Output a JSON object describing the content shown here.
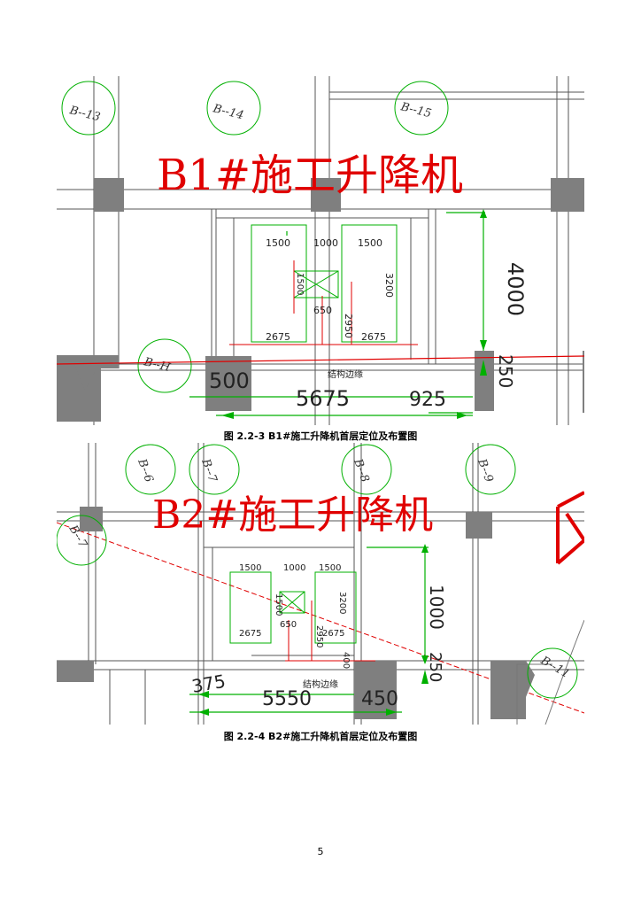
{
  "drawing1": {
    "title": "B1#施工升降机",
    "grid_labels": [
      "B--13",
      "B--14",
      "B--15",
      "B--H"
    ],
    "dims": {
      "d1500a": "1500",
      "d1000": "1000",
      "d1500b": "1500",
      "d3200": "3200",
      "d1500v": "1500",
      "d650": "650",
      "d2950": "2950",
      "d2675a": "2675",
      "d2675b": "2675",
      "d4000": "4000",
      "d250": "250",
      "d500": "500",
      "d5675": "5675",
      "d925": "925"
    },
    "note": "结构边缘"
  },
  "caption1": "图 2.2-3 B1#施工升降机首层定位及布置图",
  "drawing2": {
    "title": "B2#施工升降机",
    "grid_labels": [
      "B--6",
      "B--7",
      "B--8",
      "B--9",
      "B--7",
      "B--11"
    ],
    "dims": {
      "d1500a": "1500",
      "d1000": "1000",
      "d1500b": "1500",
      "d3200": "3200",
      "d1500v": "1500",
      "d650": "650",
      "d2950": "2950",
      "d2675a": "2675",
      "d2675b": "2675",
      "d1000v": "1000",
      "d250": "250",
      "d375": "375",
      "d5550": "5550",
      "d450": "450",
      "d400": "400"
    },
    "note": "结构边缘"
  },
  "caption2": "图 2.2-4 B2#施工升降机首层定位及布置图",
  "page_number": "5",
  "colors": {
    "red": "#e00000",
    "green": "#00b000",
    "gray": "#7f7f7f"
  }
}
